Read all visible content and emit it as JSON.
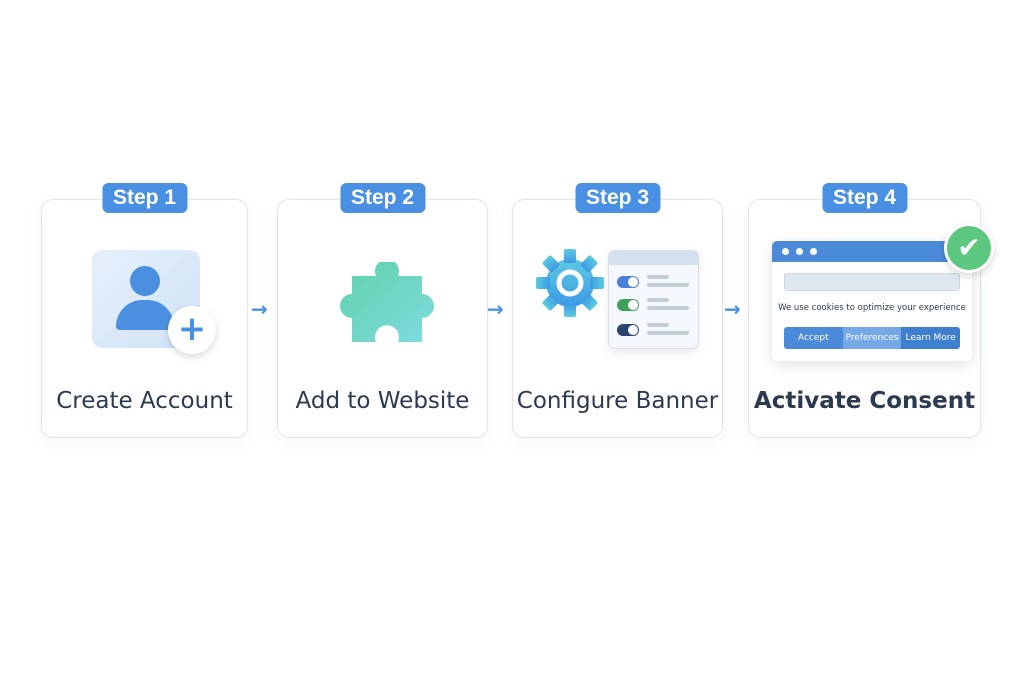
{
  "steps": [
    {
      "badge": "Step 1",
      "title": "Create Account",
      "icon": "user-add-icon"
    },
    {
      "badge": "Step 2",
      "title": "Add to Website",
      "icon": "puzzle-icon"
    },
    {
      "badge": "Step 3",
      "title": "Configure Banner",
      "icon": "gear-settings-icon"
    },
    {
      "badge": "Step 4",
      "title": "Activate Consent",
      "icon": "cookie-banner-icon"
    }
  ],
  "banner": {
    "message": "We use cookies to optimize your experience",
    "buttons": [
      "Accept",
      "Preferences",
      "Learn More"
    ]
  },
  "colors": {
    "accent": "#4a90e2",
    "green": "#5cc77e",
    "teal": "#6fd6cc",
    "text": "#2b3a4f"
  }
}
